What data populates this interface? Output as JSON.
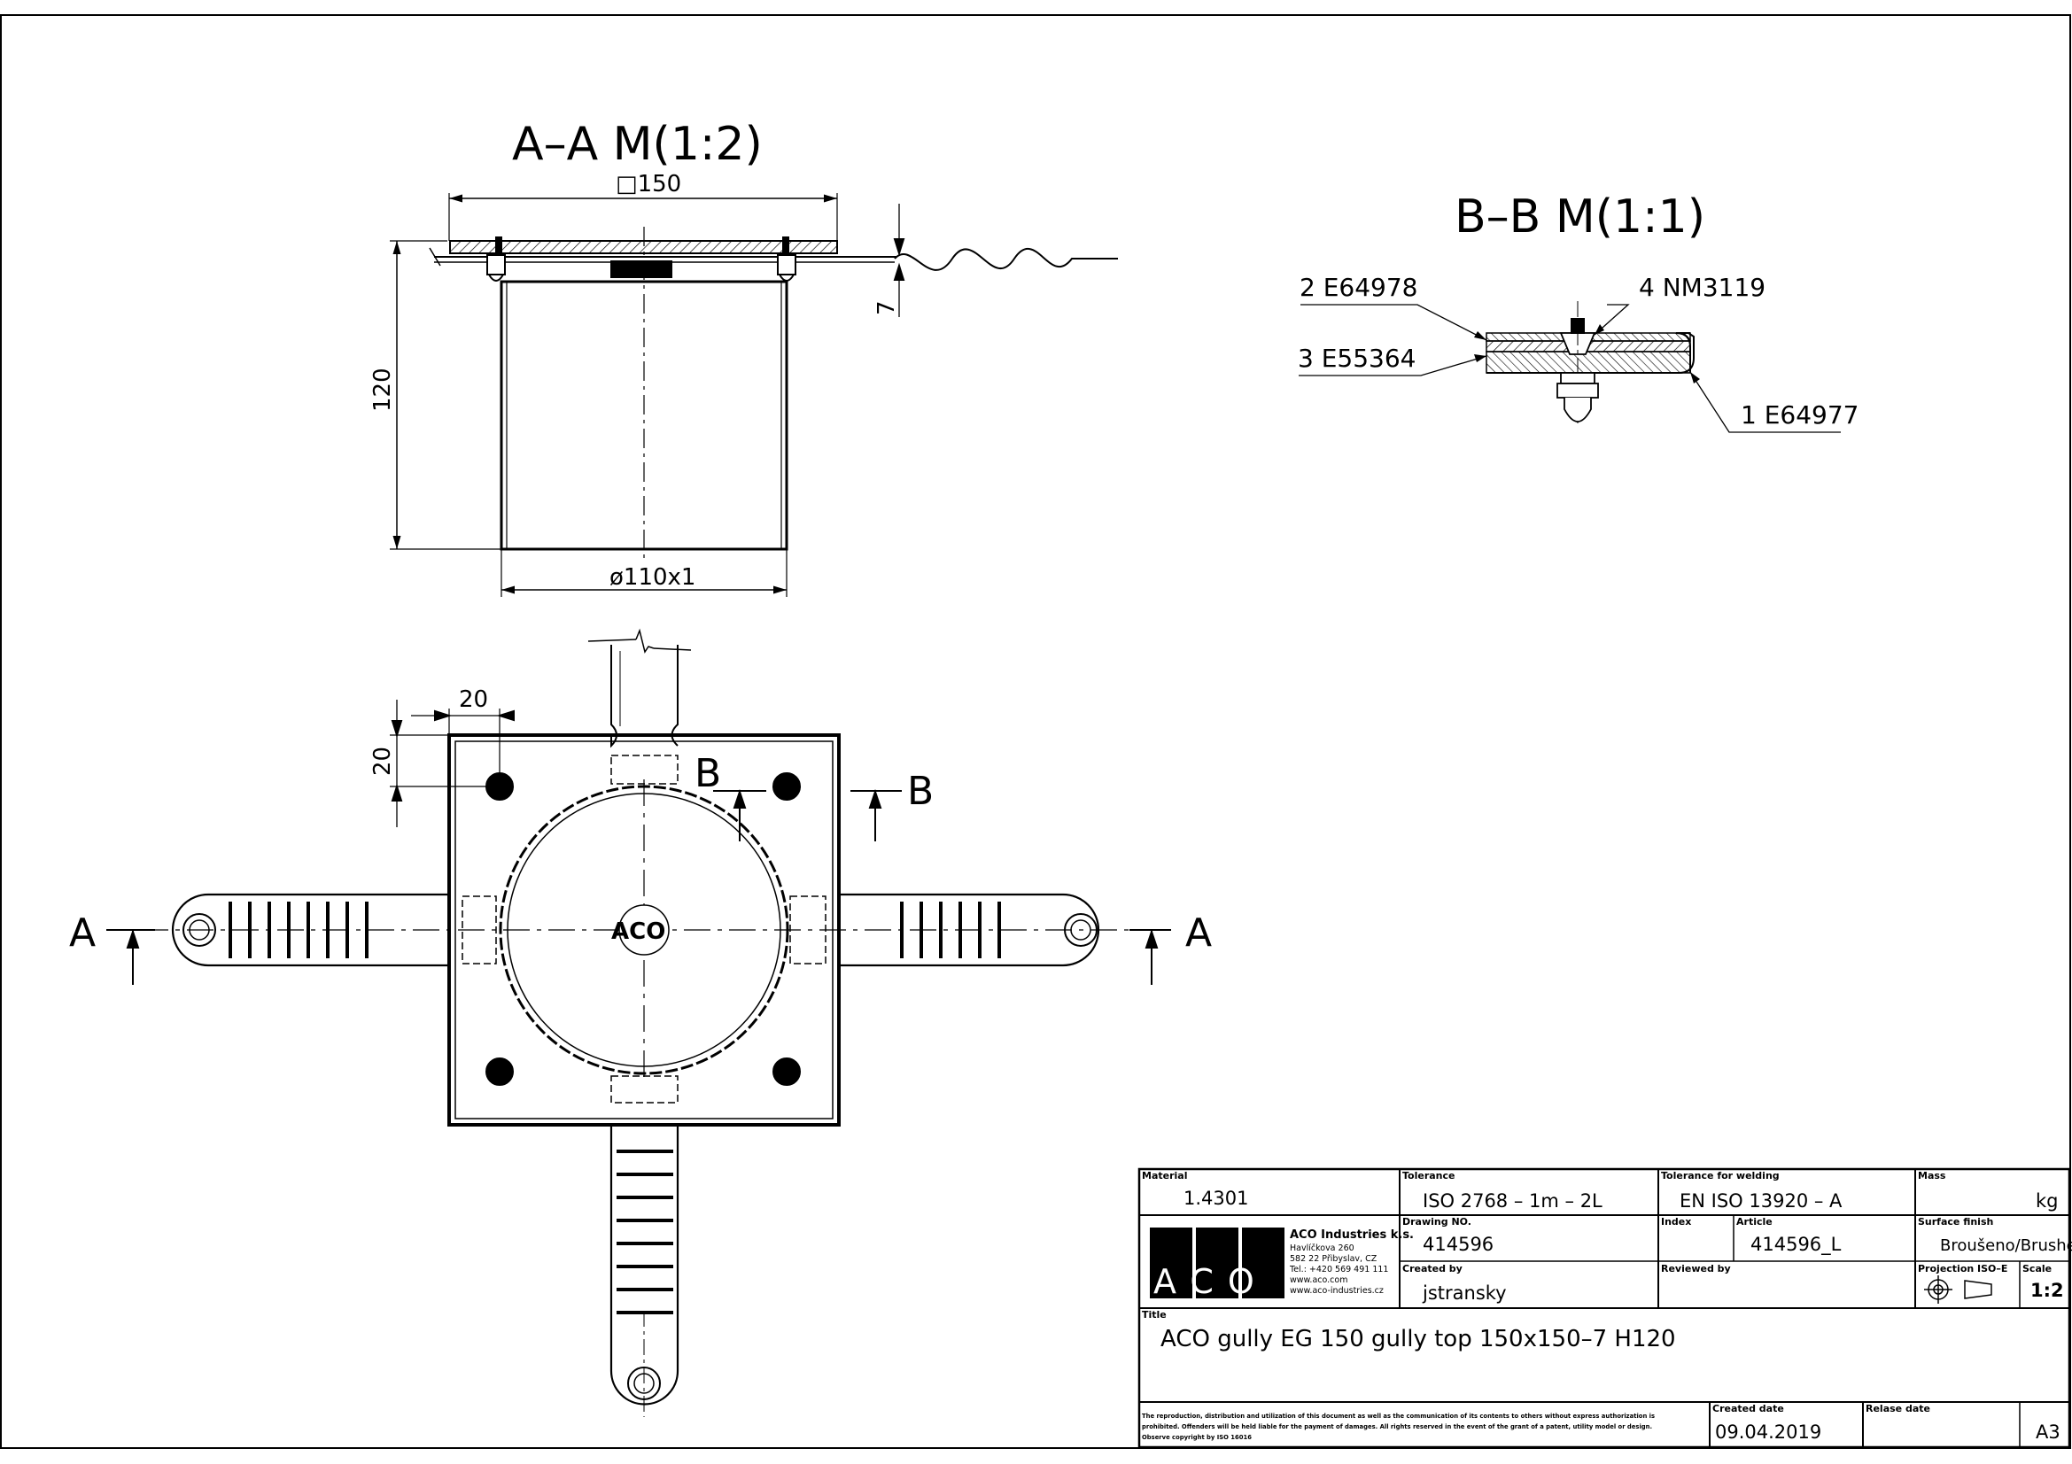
{
  "views": {
    "section_aa": {
      "title": "A–A M(1:2)",
      "dim_top": "□150",
      "dim_height": "120",
      "dim_flange": "7",
      "dim_pipe": "ø110x1"
    },
    "section_bb": {
      "title": "B–B M(1:1)",
      "parts": {
        "p1": "1 E64977",
        "p2": "2 E64978",
        "p3": "3 E55364",
        "p4": "4 NM3119"
      }
    },
    "plan": {
      "dim_x": "20",
      "dim_y": "20",
      "cut_a": "A",
      "cut_b": "B",
      "logo": "ACO"
    }
  },
  "title_block": {
    "material_label": "Material",
    "material": "1.4301",
    "tolerance_label": "Tolerance",
    "tolerance": "ISO 2768 – 1m – 2L",
    "weld_label": "Tolerance for welding",
    "weld": "EN ISO 13920 – A",
    "mass_label": "Mass",
    "mass_unit": "kg",
    "company": {
      "logo": "ACO",
      "name": "ACO Industries k.s.",
      "line1": "Havlíčkova 260",
      "line2": "582 22 Přibyslav, CZ",
      "line3": "Tel.: +420 569 491 111",
      "line4": "www.aco.com",
      "line5": "www.aco-industries.cz"
    },
    "drawing_no_label": "Drawing NO.",
    "drawing_no": "414596",
    "index_label": "Index",
    "article_label": "Article",
    "article": "414596_L",
    "surface_label": "Surface finish",
    "surface": "Broušeno/Brushed",
    "created_by_label": "Created by",
    "created_by": "jstransky",
    "reviewed_label": "Reviewed by",
    "projection_label": "Projection ISO–E",
    "scale_label": "Scale",
    "scale": "1:2",
    "title_label": "Title",
    "title": "ACO gully EG 150 gully top 150x150–7 H120",
    "notice1": "The reproduction, distribution and utilization of this document as well as the communication of its contents to others without express authorization is",
    "notice2": "prohibited. Offenders will be held liable for the payment of damages. All rights reserved in the event of the grant of a patent, utility model or design.",
    "notice3": "Observe copyright by ISO 16016",
    "created_date_label": "Created date",
    "created_date": "09.04.2019",
    "release_label": "Relase date",
    "sheet": "A3"
  }
}
